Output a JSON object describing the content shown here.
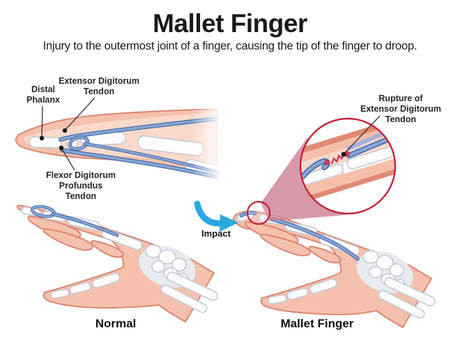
{
  "header": {
    "title": "Mallet Finger",
    "subtitle": "Injury to the outermost joint of a finger, causing the tip of the finger to droop."
  },
  "anatomy_labels": {
    "distal_phalanx": "Distal Phalanx",
    "extensor_tendon": "Extensor Digitorum Tendon",
    "flexor_tendon": "Flexor Digitorum Profundus Tendon",
    "rupture": "Rupture of Extensor Digitorum Tendon"
  },
  "annotations": {
    "impact": "Impact"
  },
  "captions": {
    "left": "Normal",
    "right": "Mallet Finger"
  },
  "icons": {
    "impact_arrow": "curved-blue-arrow",
    "magnifier_circle": "zoom-highlight-ring",
    "leader_dot": "black-dot"
  },
  "colors": {
    "background": "#FFFFFF",
    "text": "#1A1A1A",
    "skin": "#F5C1AC",
    "skin_outline": "#DC8672",
    "skin_light": "#FAD9CA",
    "bone": "#FCFCFD",
    "bone_outline": "#C4C9D2",
    "tendon": "#8AA9D7",
    "tendon_outline": "#4E74B2",
    "highlight_ring_red": "#C5203A",
    "rupture_red": "#CC2F45",
    "impact_arrow_blue": "#29A9E0",
    "wedge_pink": "#CD7E92"
  }
}
